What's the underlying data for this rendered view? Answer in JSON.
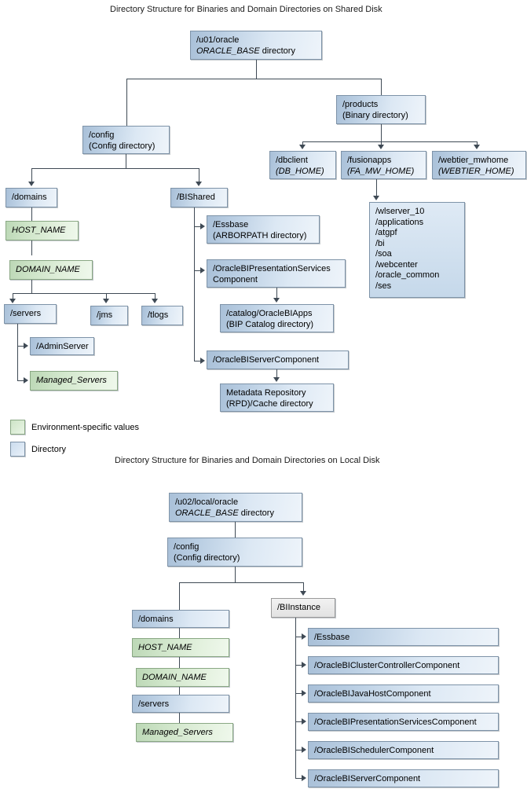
{
  "figure1": {
    "caption": "Directory Structure for Binaries and Domain Directories on Shared Disk",
    "nodes": {
      "oracle_base": "/u01/oracle\nORACLE_BASE directory",
      "oracle_base_line1": "/u01/oracle",
      "oracle_base_line2": "ORACLE_BASE",
      "oracle_base_line2_tail": " directory",
      "config": "/config\n(Config directory)",
      "products": "/products\n(Binary directory)",
      "domains": "/domains",
      "host_name": "HOST_NAME",
      "domain_name": "DOMAIN_NAME",
      "servers": "/servers",
      "jms": "/jms",
      "tlogs": "/tlogs",
      "admin_server": "/AdminServer",
      "managed_servers": "Managed_Servers",
      "bishared": "/BIShared",
      "essbase": "/Essbase\n(ARBORPATH directory)",
      "obips": "/OracleBIPresentationServices\nComponent",
      "catalog": "/catalog/OracleBIApps\n(BIP Catalog directory)",
      "obis": "/OracleBIServerComponent",
      "rpd": "Metadata Repository\n(RPD)/Cache directory",
      "dbclient_line1": "/dbclient",
      "dbclient_line2": "(DB_HOME)",
      "fusionapps_line1": "/fusionapps",
      "fusionapps_line2": "(FA_MW_HOME)",
      "webtier_line1": "/webtier_mwhome",
      "webtier_line2": "(WEBTIER_HOME)",
      "fa_children": "/wlserver_10\n/applications\n/atgpf\n/bi\n/soa\n/webcenter\n/oracle_common\n/ses"
    }
  },
  "legend": {
    "environment": "Environment-specific values",
    "directory": "Directory"
  },
  "figure2": {
    "caption": "Directory Structure for Binaries and Domain Directories on Local Disk",
    "nodes": {
      "oracle_base_line1": "/u02/local/oracle",
      "oracle_base_line2": "ORACLE_BASE",
      "oracle_base_line2_tail": " directory",
      "config": "/config\n(Config directory)",
      "domains": "/domains",
      "host_name": "HOST_NAME",
      "domain_name": "DOMAIN_NAME",
      "servers": "/servers",
      "managed_servers": "Managed_Servers",
      "biinstance": "/BIInstance",
      "components": [
        "/Essbase",
        "/OracleBIClusterControllerComponent",
        "/OracleBIJavaHostComponent",
        "/OracleBIPresentationServicesComponent",
        "/OracleBISchedulerComponent",
        "/OracleBIServerComponent"
      ]
    }
  },
  "colors": {
    "directory_fill": "#cbdcee",
    "environment_fill": "#cde4c6",
    "line": "#3f4a55",
    "border_blue": "#7e93a8",
    "border_green": "#8aa884"
  }
}
